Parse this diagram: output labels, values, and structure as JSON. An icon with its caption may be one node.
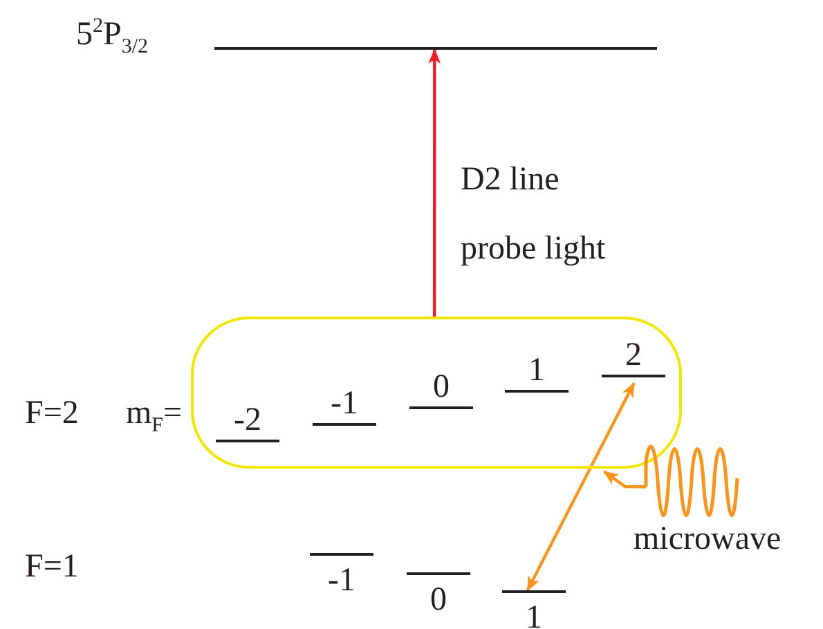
{
  "diagram": {
    "nodes": [
      {
        "text": [
          "5$^{2}$P$_{3/2}$"
        ]
      },
      {
        "text": [],
        "shape": "box"
      },
      {
        "text": [
          "-2"
        ],
        "in": 1
      },
      {
        "text": [
          "-1"
        ],
        "in": 1
      },
      {
        "text": [
          "0"
        ],
        "in": 1
      },
      {
        "text": [
          "1"
        ],
        "in": 1
      },
      {
        "text": [
          "2"
        ],
        "in": 1
      },
      {
        "text": [
          "-1"
        ]
      },
      {
        "text": [
          "0"
        ]
      },
      {
        "text": [
          "1"
        ]
      },
      {
        "text": [
          "microwave"
        ]
      }
    ],
    "edges": [
      {
        "from": 1,
        "to": 0,
        "arrow": "to",
        "label": "D2 line probe light",
        "color": "#ee1c25"
      },
      {
        "from": 9,
        "to": 6,
        "arrow": "both",
        "color": "#f7941d"
      },
      {
        "from": 10,
        "to": 1,
        "arrow": "to",
        "color": "#f7941d"
      }
    ],
    "labels": [
      "F=2",
      "m$_{F}$=",
      "F=1"
    ]
  }
}
